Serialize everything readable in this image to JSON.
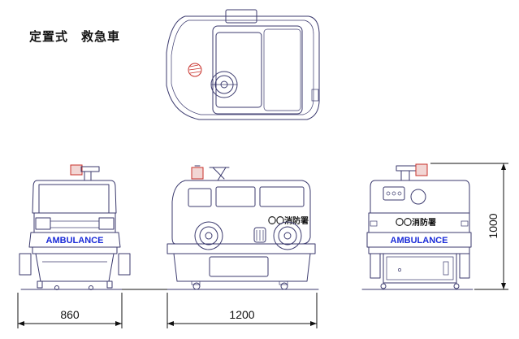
{
  "title": "定置式　救急車",
  "front_label": "AMBULANCE",
  "side_label": "〇〇消防署",
  "rear_side_label": "〇〇消防署",
  "rear_label": "AMBULANCE",
  "dimensions": {
    "width": "860",
    "length": "1200",
    "height": "1000"
  },
  "colors": {
    "outline": "#3b3a6e",
    "label_blue": "#1a2bd8",
    "beacon_red": "#c8302a",
    "dimension": "#111111"
  }
}
